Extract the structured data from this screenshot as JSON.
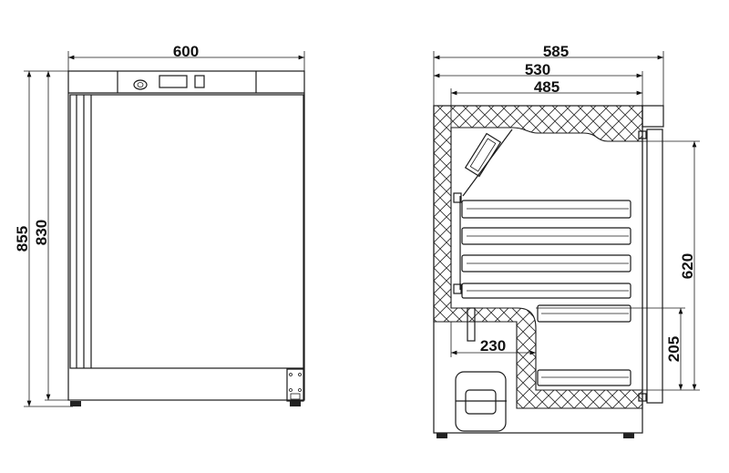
{
  "front_view": {
    "width_label": "600",
    "overall_height_label": "855",
    "body_height_label": "830"
  },
  "side_view": {
    "overall_depth_label": "585",
    "body_depth_label": "530",
    "inner_depth_label": "485",
    "door_opening_height_label": "620",
    "lower_compartment_height_label": "205",
    "compressor_step_depth_label": "230"
  },
  "colors": {
    "line": "#1a1a1a",
    "background": "#ffffff"
  }
}
